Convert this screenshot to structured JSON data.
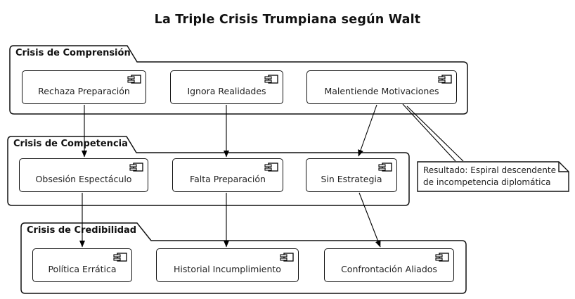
{
  "title": "La Triple Crisis Trumpiana según Walt",
  "packages": [
    {
      "title": "Crisis de Comprensión",
      "components": [
        {
          "label": "Rechaza Preparación"
        },
        {
          "label": "Ignora Realidades"
        },
        {
          "label": "Malentiende Motivaciones"
        }
      ]
    },
    {
      "title": "Crisis de Competencia",
      "components": [
        {
          "label": "Obsesión Espectáculo"
        },
        {
          "label": "Falta Preparación"
        },
        {
          "label": "Sin Estrategia"
        }
      ]
    },
    {
      "title": "Crisis de Credibilidad",
      "components": [
        {
          "label": "Política Errática"
        },
        {
          "label": "Historial Incumplimiento"
        },
        {
          "label": "Confrontación Aliados"
        }
      ]
    }
  ],
  "note": {
    "line1": "Resultado: Espiral descendente",
    "line2": "de incompetencia diplomática"
  },
  "edges": [
    {
      "from": "Rechaza Preparación",
      "to": "Obsesión Espectáculo",
      "style": "arrow"
    },
    {
      "from": "Ignora Realidades",
      "to": "Falta Preparación",
      "style": "arrow"
    },
    {
      "from": "Malentiende Motivaciones",
      "to": "Sin Estrategia",
      "style": "arrow"
    },
    {
      "from": "Obsesión Espectáculo",
      "to": "Política Errática",
      "style": "arrow"
    },
    {
      "from": "Falta Preparación",
      "to": "Historial Incumplimiento",
      "style": "arrow"
    },
    {
      "from": "Sin Estrategia",
      "to": "Confrontación Aliados",
      "style": "arrow"
    },
    {
      "from": "Malentiende Motivaciones",
      "to": "note",
      "style": "double-line"
    }
  ],
  "colors": {
    "line": "#000000",
    "border": "#111111",
    "fill": "#ffffff",
    "text": "#222222"
  }
}
